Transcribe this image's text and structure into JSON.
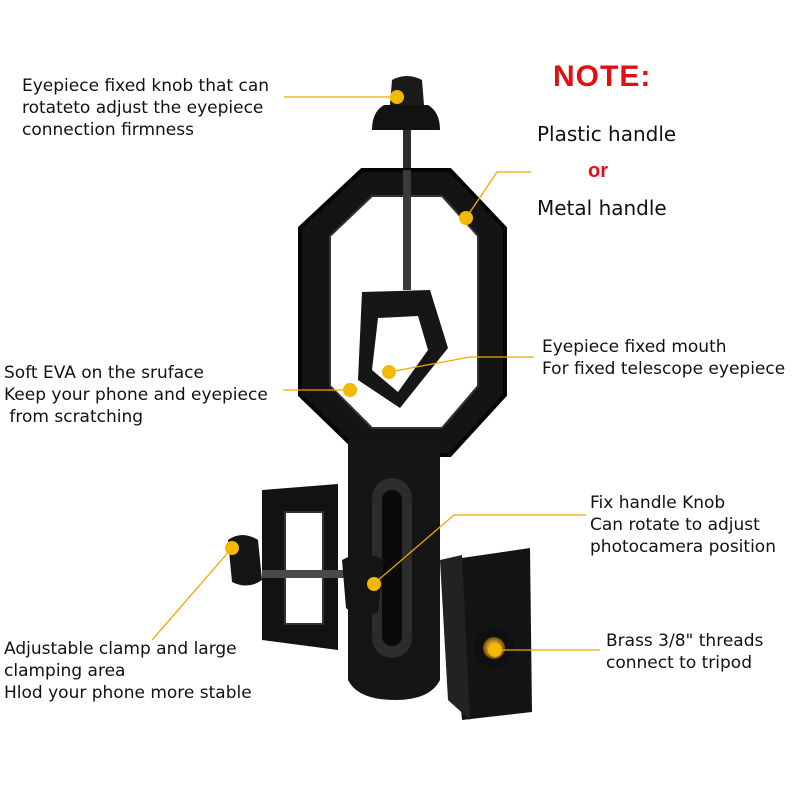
{
  "note": {
    "title": "NOTE:",
    "option1": "Plastic handle",
    "or": "or",
    "option2": "Metal handle"
  },
  "callouts": {
    "eyepiece_knob": [
      "Eyepiece fixed knob that can",
      "rotateto adjust the eyepiece",
      "connection firmness"
    ],
    "soft_eva": [
      "Soft EVA on the sruface",
      "Keep your phone and eyepiece",
      " from scratching"
    ],
    "clamp": [
      "Adjustable clamp and large",
      "clamping area",
      "Hlod your phone more stable"
    ],
    "eyepiece_mouth": [
      "Eyepiece fixed mouth",
      "For fixed telescope eyepiece"
    ],
    "fix_knob": [
      "Fix handle Knob",
      "Can rotate to adjust",
      "photocamera position"
    ],
    "brass_threads": [
      "Brass 3/8\" threads",
      "connect to tripod"
    ]
  },
  "colors": {
    "marker": "#f5b800",
    "leader": "#f0a800",
    "note_red": "#e01010",
    "product": "#111111"
  }
}
